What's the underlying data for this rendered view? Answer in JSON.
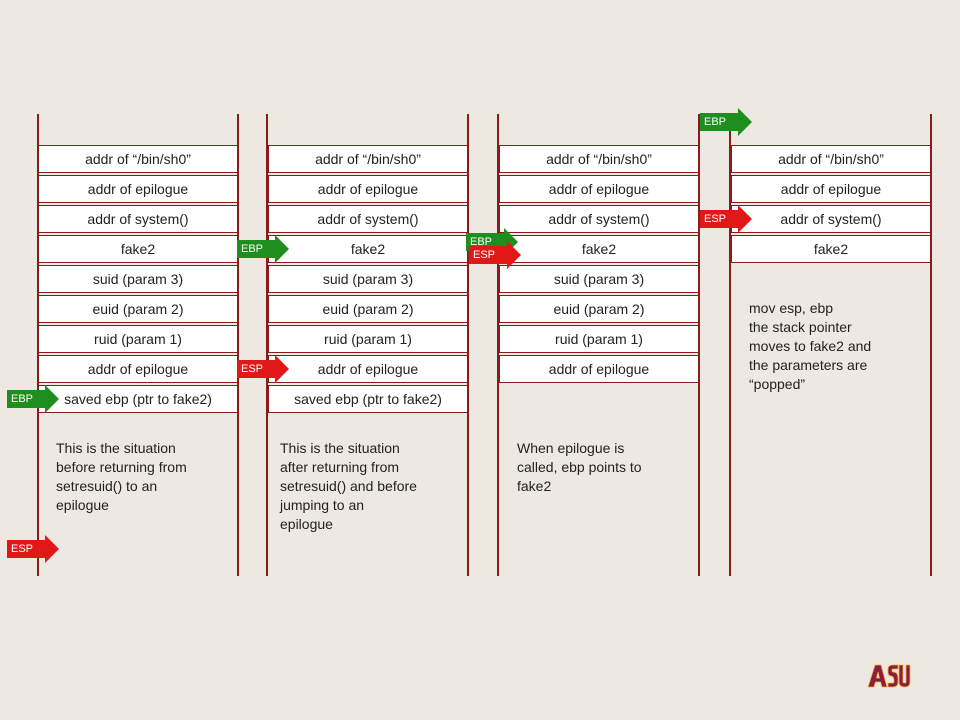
{
  "stacks": [
    {
      "cells": [
        "addr of “/bin/sh0”",
        "addr of epilogue",
        "addr of system()",
        "fake2",
        "suid (param 3)",
        "euid (param 2)",
        "ruid (param 1)",
        "addr of epilogue",
        "saved ebp (ptr to fake2)"
      ],
      "caption": [
        "This is the situation",
        "before returning from",
        "setresuid() to an",
        "epilogue"
      ]
    },
    {
      "cells": [
        "addr of “/bin/sh0”",
        "addr of epilogue",
        "addr of system()",
        "fake2",
        "suid (param 3)",
        "euid (param 2)",
        "ruid (param 1)",
        "addr of epilogue",
        "saved ebp (ptr to fake2)"
      ],
      "caption": [
        "This is the situation",
        "after returning from",
        "setresuid() and before",
        "jumping to an",
        "epilogue"
      ]
    },
    {
      "cells": [
        "addr of “/bin/sh0”",
        "addr of epilogue",
        "addr of system()",
        "fake2",
        "suid (param 3)",
        "euid (param 2)",
        "ruid (param 1)",
        "addr of epilogue"
      ],
      "caption": [
        "When epilogue is",
        "called, ebp points to",
        "fake2"
      ]
    },
    {
      "cells": [
        "addr of “/bin/sh0”",
        "addr of epilogue",
        "addr of system()",
        "fake2"
      ],
      "caption": [
        "mov esp, ebp",
        "the stack pointer",
        "moves to fake2 and",
        "the parameters are",
        "“popped”"
      ]
    }
  ],
  "pointers": {
    "ebp": "EBP",
    "esp": "ESP"
  },
  "colors": {
    "ebp": "#1e8e1e",
    "esp": "#e01818",
    "border": "#8b1a1a"
  },
  "logo": "ASU"
}
